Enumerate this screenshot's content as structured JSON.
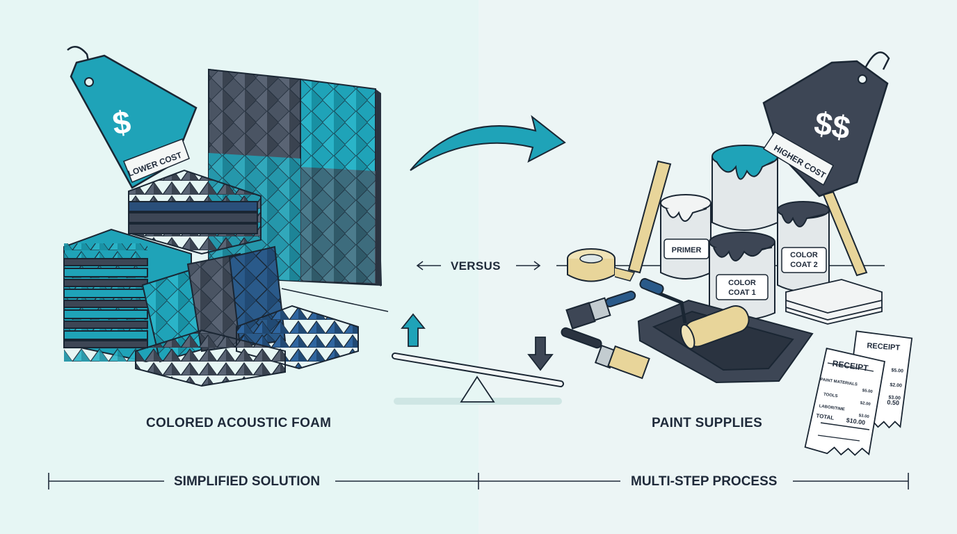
{
  "left": {
    "price_tag": {
      "symbol": "$",
      "label": "LOWER COST"
    },
    "item_label": "COLORED ACOUSTIC FOAM",
    "section_label": "SIMPLIFIED SOLUTION"
  },
  "center": {
    "versus": "VERSUS"
  },
  "right": {
    "price_tag": {
      "symbol": "$$",
      "label": "HIGHER COST"
    },
    "cans": [
      {
        "label": "PRIMER"
      },
      {
        "label_line1": "COLOR",
        "label_line2": "COAT 1"
      },
      {
        "label_line1": "COLOR",
        "label_line2": "COAT 2"
      }
    ],
    "receipts": [
      {
        "title": "RECEIPT",
        "lines": [
          "PAINT MATERIALS",
          "TOOLS",
          "LABOR/TIME"
        ],
        "amounts": [
          "$5.00",
          "$2.00",
          "$3.00"
        ],
        "total_label": "TOTAL",
        "total_value": "$10.00"
      },
      {
        "title": "RECEIPT",
        "amounts": [
          "$5.00",
          "$2.00",
          "$3.00"
        ],
        "total_value": "0.50"
      }
    ],
    "item_label": "PAINT SUPPLIES",
    "section_label": "MULTI-STEP PROCESS"
  },
  "colors": {
    "teal": "#1fa3b8",
    "dark_slate": "#3d4655",
    "navy": "#2a4f7a",
    "ink": "#1f2a3a",
    "background": "#e6f6f4"
  },
  "icons": [
    "price-tag-icon",
    "curved-arrow-icon",
    "up-arrow-icon",
    "down-arrow-icon",
    "seesaw-icon",
    "paint-can-icon",
    "paint-roller-icon",
    "paint-brush-icon",
    "tape-roll-icon",
    "receipt-icon",
    "stir-stick-icon",
    "cloth-stack-icon"
  ]
}
